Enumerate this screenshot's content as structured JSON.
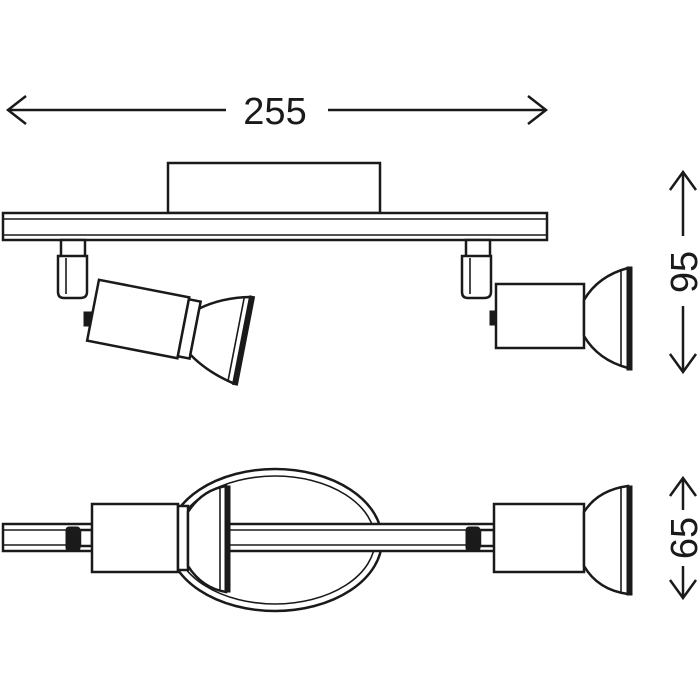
{
  "dimensions": {
    "width_label": "255",
    "height_label": "95",
    "depth_label": "65"
  }
}
